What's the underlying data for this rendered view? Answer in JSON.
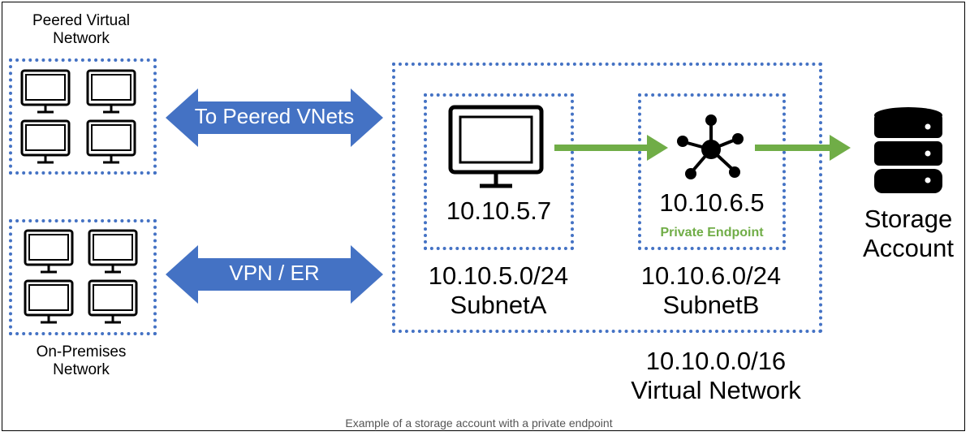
{
  "peered_network": {
    "line1": "Peered Virtual",
    "line2": "Network"
  },
  "onprem_network": {
    "line1": "On-Premises",
    "line2": "Network"
  },
  "arrows": {
    "peered": "To Peered VNets",
    "vpn": "VPN / ER"
  },
  "subnet_a": {
    "host_ip": "10.10.5.7",
    "cidr": "10.10.5.0/24",
    "name": "SubnetA"
  },
  "subnet_b": {
    "endpoint_ip": "10.10.6.5",
    "endpoint_label": "Private Endpoint",
    "cidr": "10.10.6.0/24",
    "name": "SubnetB"
  },
  "vnet": {
    "cidr": "10.10.0.0/16",
    "name": "Virtual Network"
  },
  "storage": {
    "line1": "Storage",
    "line2": "Account"
  },
  "caption": "Example of a storage account with a private endpoint",
  "colors": {
    "dotted_border": "#4472c4",
    "arrow_blue": "#4472c4",
    "arrow_green": "#70ad47",
    "endpoint_label": "#70ad47"
  }
}
